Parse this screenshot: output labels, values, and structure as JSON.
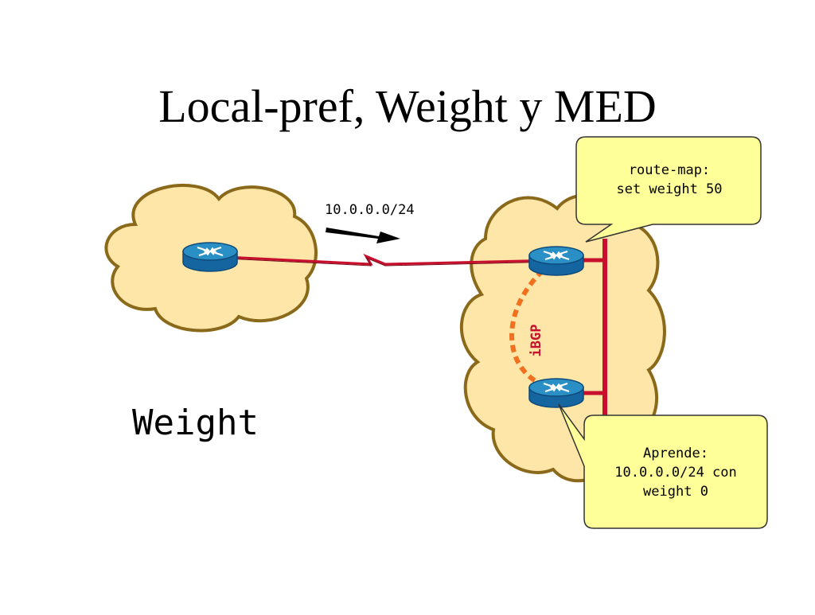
{
  "slide": {
    "title": "Local-pref, Weight y MED",
    "topic_label": "Weight"
  },
  "diagram": {
    "route_label": "10.0.0.0/24",
    "session_label": "iBGP",
    "callout_top": "route-map:\nset weight 50",
    "callout_bottom": "Aprende:\n10.0.0.0/24 con\nweight 0"
  },
  "colors": {
    "cloud_fill": "#fde6a8",
    "cloud_stroke": "#8a6a1a",
    "link": "#c8102e",
    "ibgp": "#f07020",
    "callout_fill": "#ffff99",
    "router_top": "#2a8fc4",
    "router_side": "#1565a0"
  }
}
